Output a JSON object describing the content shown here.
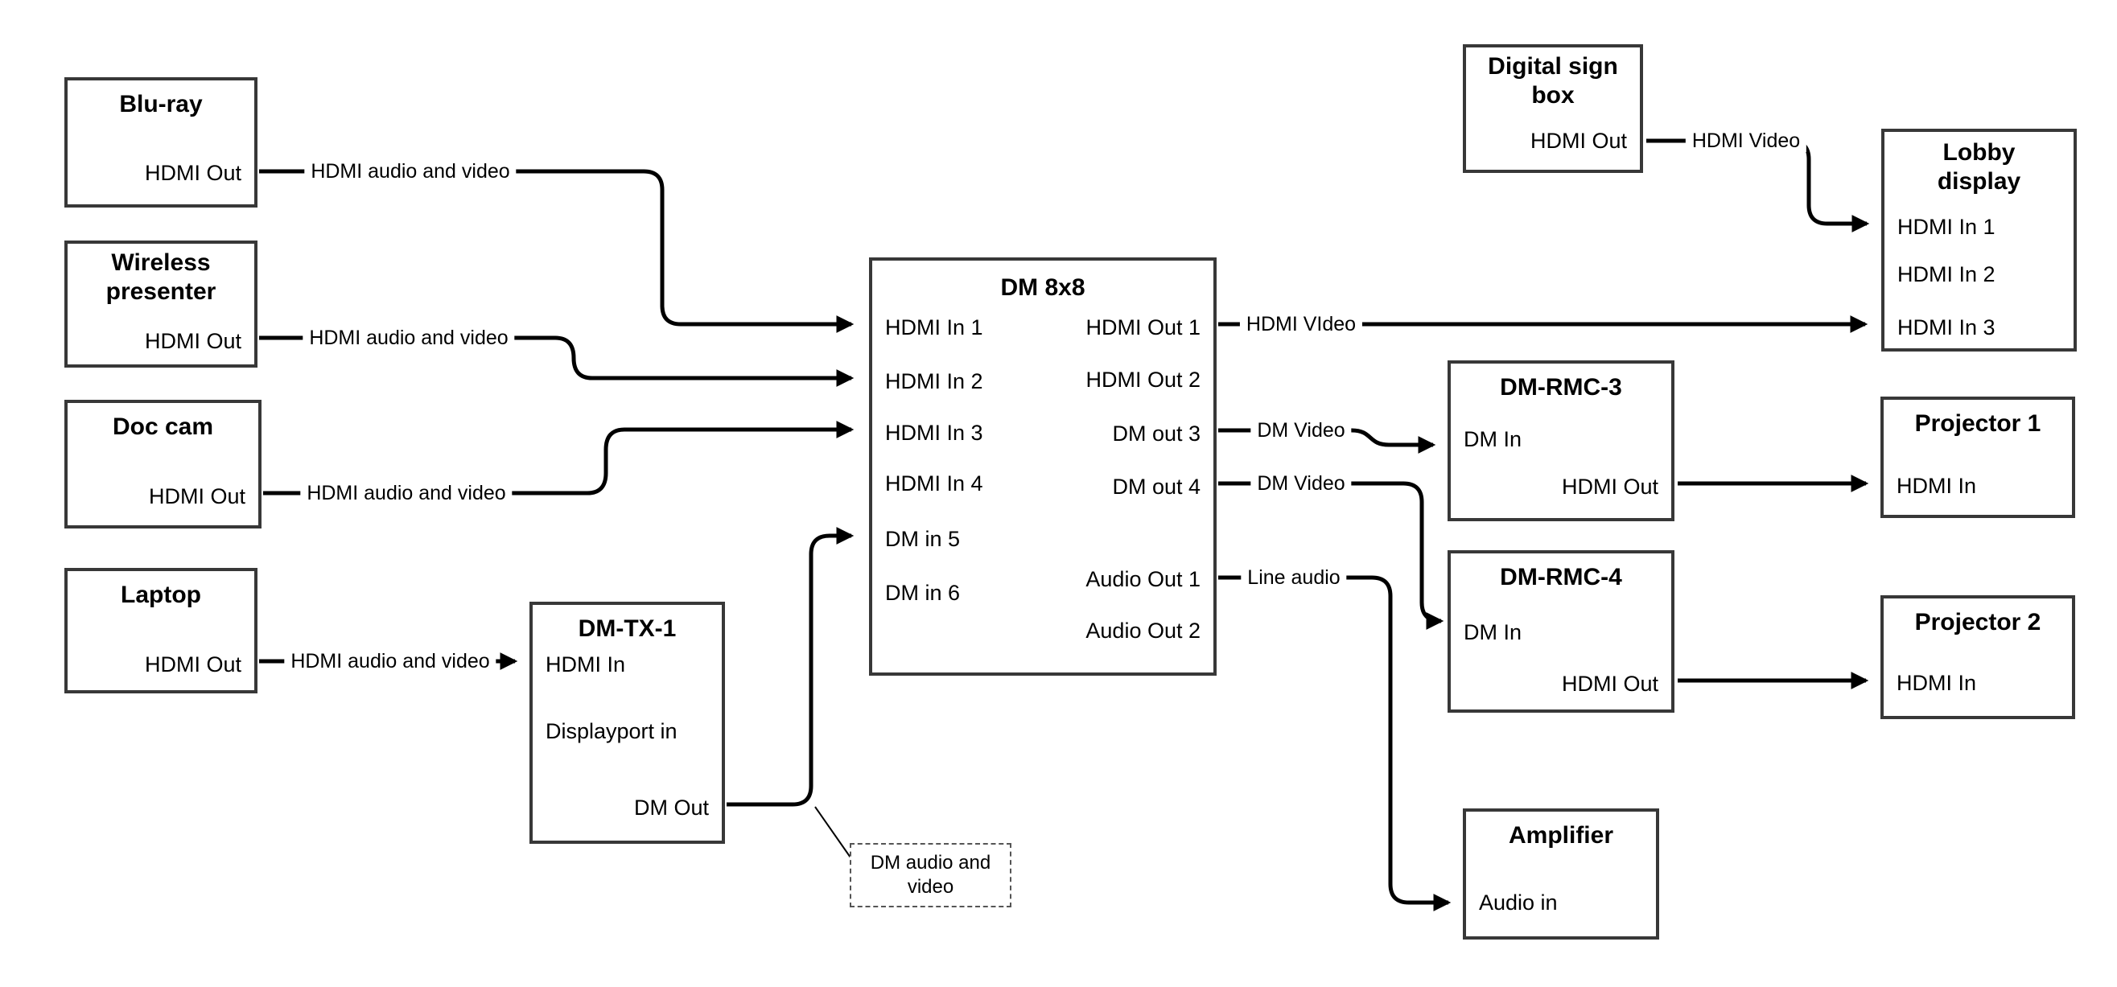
{
  "diagram": {
    "nodes": {
      "bluray": {
        "title": "Blu-ray",
        "ports": {
          "hdmi_out": "HDMI Out"
        }
      },
      "wireless": {
        "title": "Wireless presenter",
        "ports": {
          "hdmi_out": "HDMI Out"
        }
      },
      "doccam": {
        "title": "Doc cam",
        "ports": {
          "hdmi_out": "HDMI Out"
        }
      },
      "laptop": {
        "title": "Laptop",
        "ports": {
          "hdmi_out": "HDMI Out"
        }
      },
      "dmtx1": {
        "title": "DM-TX-1",
        "ports": {
          "hdmi_in": "HDMI In",
          "dp_in": "Displayport in",
          "dm_out": "DM Out"
        }
      },
      "dm8x8": {
        "title": "DM 8x8",
        "ports": {
          "in1": "HDMI In 1",
          "in2": "HDMI In 2",
          "in3": "HDMI In 3",
          "in4": "HDMI In 4",
          "in5": "DM in 5",
          "in6": "DM in 6",
          "out1": "HDMI Out 1",
          "out2": "HDMI Out 2",
          "out3": "DM out 3",
          "out4": "DM out 4",
          "aout1": "Audio Out 1",
          "aout2": "Audio Out 2"
        }
      },
      "digitalsign": {
        "title": "Digital sign box",
        "ports": {
          "hdmi_out": "HDMI Out"
        }
      },
      "lobby": {
        "title": "Lobby display",
        "ports": {
          "in1": "HDMI In 1",
          "in2": "HDMI In 2",
          "in3": "HDMI In 3"
        }
      },
      "rmc3": {
        "title": "DM-RMC-3",
        "ports": {
          "dm_in": "DM In",
          "hdmi_out": "HDMI Out"
        }
      },
      "proj1": {
        "title": "Projector 1",
        "ports": {
          "hdmi_in": "HDMI In"
        }
      },
      "rmc4": {
        "title": "DM-RMC-4",
        "ports": {
          "dm_in": "DM In",
          "hdmi_out": "HDMI Out"
        }
      },
      "proj2": {
        "title": "Projector 2",
        "ports": {
          "hdmi_in": "HDMI In"
        }
      },
      "amp": {
        "title": "Amplifier",
        "ports": {
          "audio_in": "Audio in"
        }
      }
    },
    "wire_labels": {
      "bluray_to_in1": "HDMI audio and video",
      "wireless_to_in2": "HDMI audio and video",
      "doccam_to_in3": "HDMI audio and video",
      "laptop_to_tx": "HDMI audio and video",
      "out1_to_lobby": "HDMI VIdeo",
      "out3_to_rmc3": "DM Video",
      "out4_to_rmc4": "DM Video",
      "aout1_to_amp": "Line audio",
      "sign_to_lobby": "HDMI Video"
    },
    "callout": "DM audio and video",
    "colors": {
      "wire": "#000000",
      "box_border": "#383838",
      "background": "#ffffff"
    }
  }
}
